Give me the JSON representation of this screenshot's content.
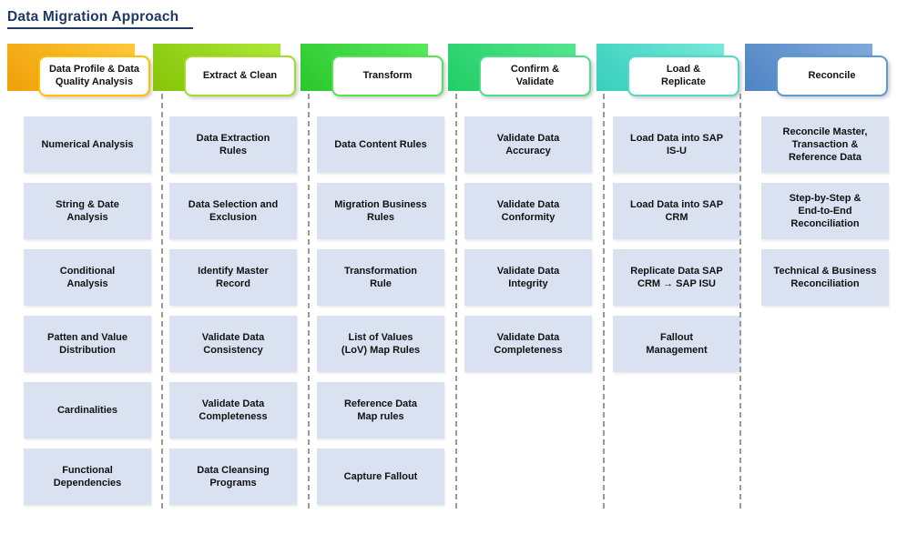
{
  "page": {
    "title": "Data Migration Approach"
  },
  "style": {
    "title_color": "#1F3864",
    "task_fill": "#DAE2F2",
    "task_text": "#111111",
    "separator_color": "#9A9A9A",
    "header_box_fill": "#FFFFFF"
  },
  "columns": [
    {
      "title": "Data Profile & Data\nQuality Analysis",
      "band_from": "#EFA008",
      "band_to": "#FFC93C",
      "border": "#FFC000",
      "items": [
        "Numerical Analysis",
        "String  & Date\nAnalysis",
        "Conditional\nAnalysis",
        "Patten and Value\nDistribution",
        "Cardinalities",
        "Functional\nDependencies"
      ]
    },
    {
      "title": "Extract & Clean",
      "band_from": "#85C408",
      "band_to": "#AEE836",
      "border": "#A4DD28",
      "items": [
        "Data Extraction\nRules",
        "Data Selection and\nExclusion",
        "Identify Master\nRecord",
        "Validate Data\nConsistency",
        "Validate Data\nCompleteness",
        "Data Cleansing\nPrograms"
      ]
    },
    {
      "title": "Transform",
      "band_from": "#2BC72A",
      "band_to": "#58E95E",
      "border": "#53E353",
      "items": [
        "Data Content Rules",
        "Migration Business\nRules",
        "Transformation\nRule",
        "List of Values\n(LoV)  Map Rules",
        "Reference Data\nMap rules",
        "Capture Fallout"
      ]
    },
    {
      "title": "Confirm &\nValidate",
      "band_from": "#20CD66",
      "band_to": "#55E78E",
      "border": "#4BDF86",
      "items": [
        "Validate Data\nAccuracy",
        "Validate Data\nConformity",
        "Validate Data\nIntegrity",
        "Validate Data\nCompleteness"
      ]
    },
    {
      "title": "Load &\nReplicate",
      "band_from": "#36CFBC",
      "band_to": "#78E8DA",
      "border": "#52DAC9",
      "items": [
        "Load Data into SAP\nIS-U",
        "Load Data into SAP\nCRM",
        "Replicate Data SAP\nCRM → SAP ISU",
        "Fallout\nManagement"
      ]
    },
    {
      "title": "Reconcile",
      "band_from": "#4E84C4",
      "band_to": "#81AADB",
      "border": "#5B9BD5",
      "items": [
        "Reconcile Master,\nTransaction &\nReference Data",
        "Step-by-Step &\nEnd-to-End\nReconciliation",
        "Technical & Business\nReconciliation"
      ]
    }
  ]
}
